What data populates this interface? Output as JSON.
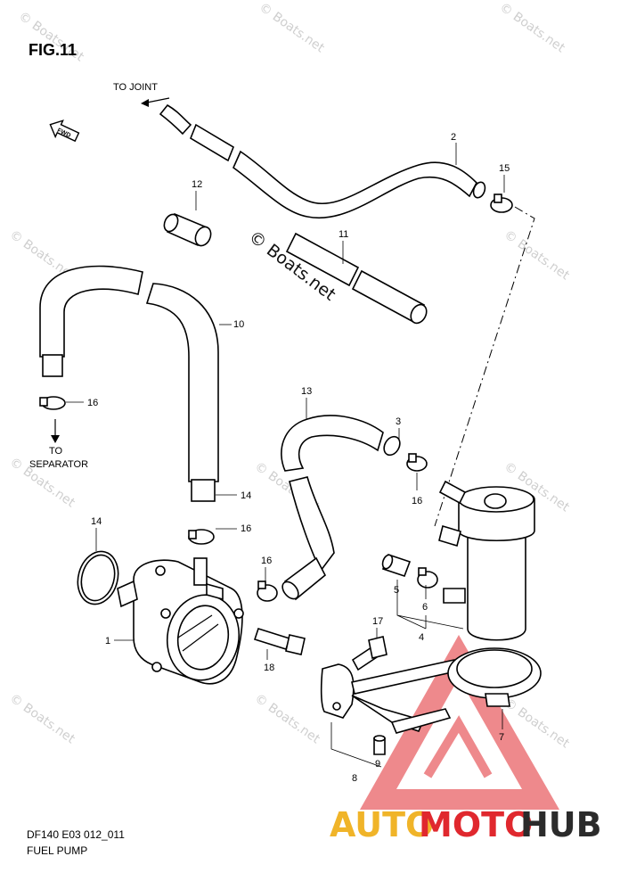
{
  "figure": {
    "title": "FIG.11",
    "code": "DF140 E03 012_011",
    "name": "FUEL PUMP"
  },
  "directions": {
    "to_joint": "TO JOINT",
    "to_separator_line1": "TO",
    "to_separator_line2": "SEPARATOR",
    "fwd": "FWD"
  },
  "callouts": [
    "1",
    "2",
    "3",
    "4",
    "5",
    "6",
    "7",
    "8",
    "9",
    "10",
    "11",
    "12",
    "13",
    "14",
    "15",
    "16",
    "16",
    "16",
    "16",
    "17",
    "18"
  ],
  "watermark": {
    "text": "© Boats.net",
    "repeat_text": "© Boats.net"
  },
  "logo": {
    "part1": "AUTO",
    "part2": "MOTO",
    "part3": "HUB",
    "colors": {
      "auto": "#f0b429",
      "moto": "#e0282e",
      "hub": "#2b2b2b",
      "triangle": "#e0282e"
    }
  }
}
